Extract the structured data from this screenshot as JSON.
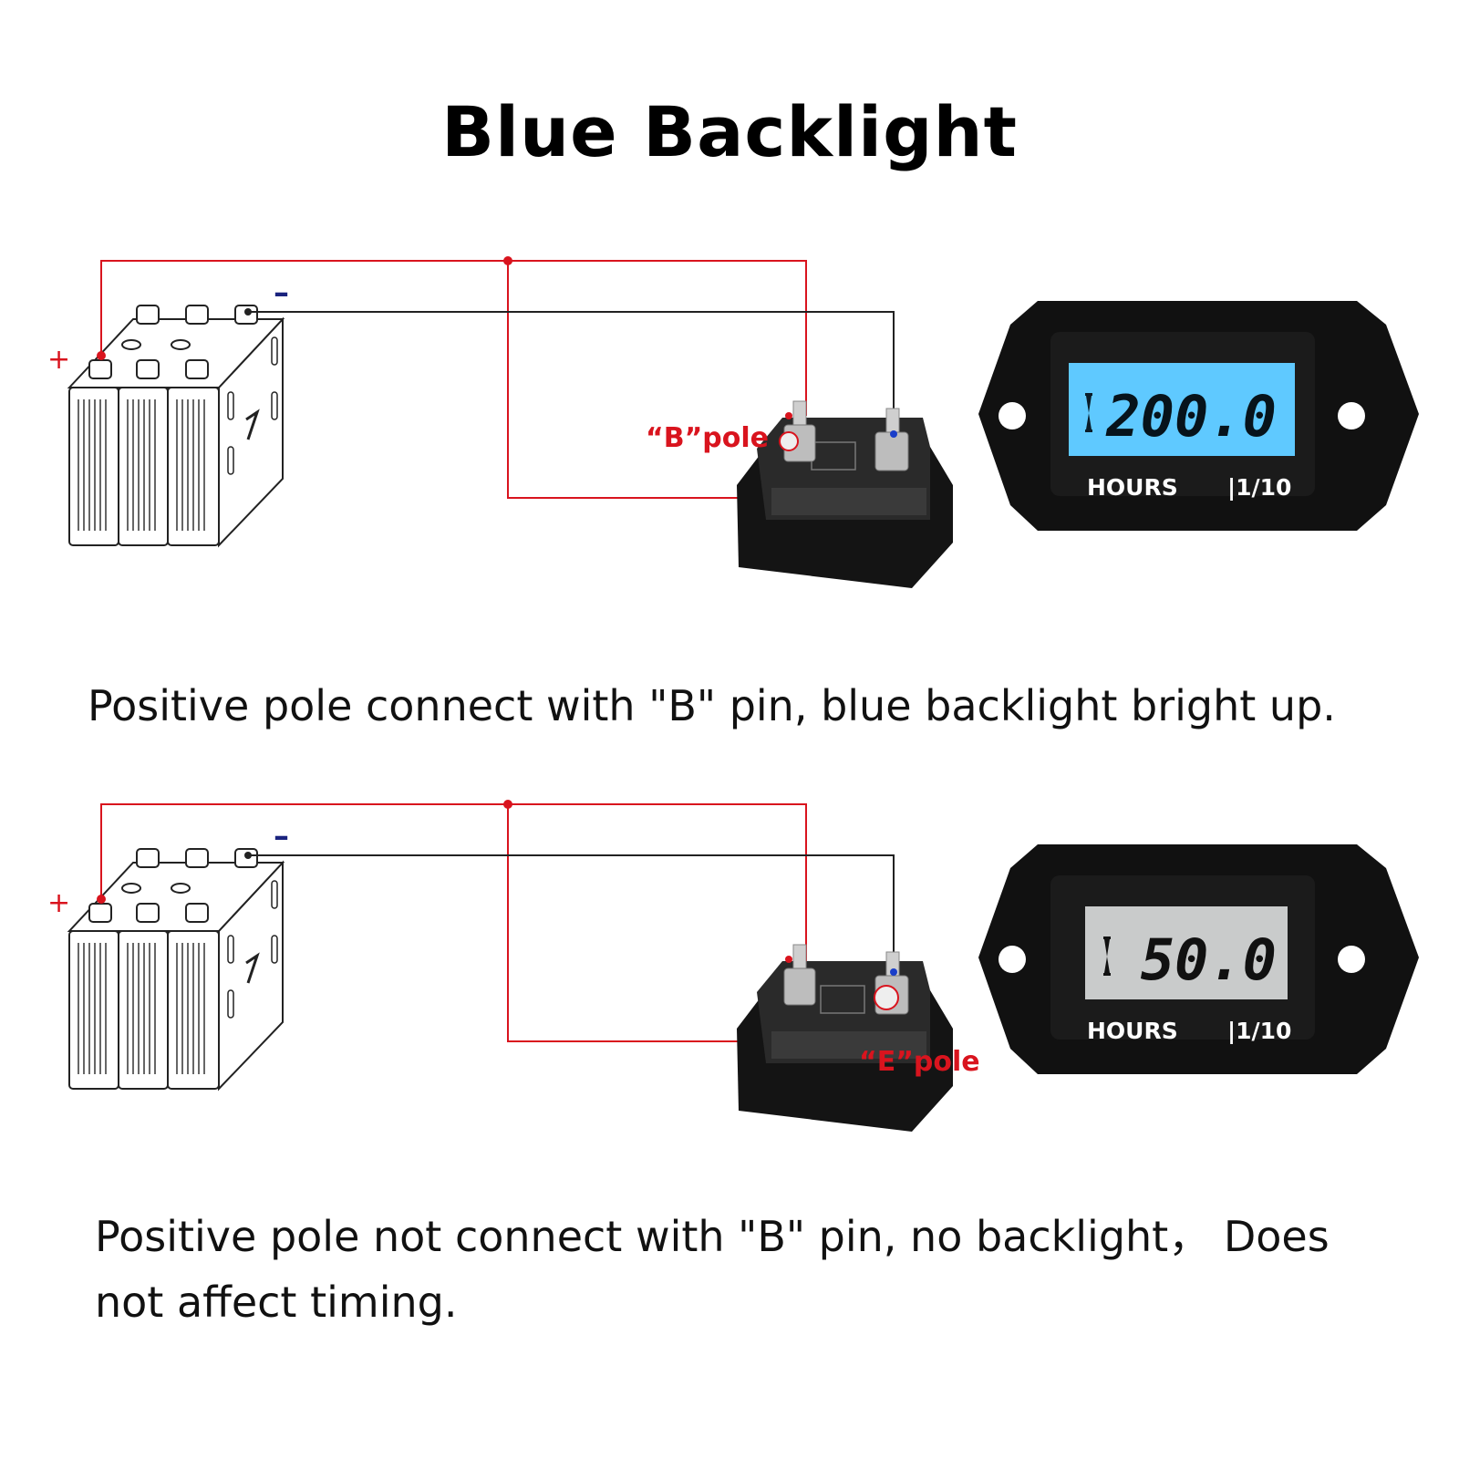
{
  "title": "Blue Backlight",
  "colors": {
    "wire_positive": "#d9141e",
    "wire_negative": "#222222",
    "minus_sign": "#1a237e",
    "pole_label": "#d9141e",
    "lcd_on": "#5fc9ff",
    "lcd_off": "#c9cbcb",
    "meter_body": "#111111"
  },
  "diagrams": [
    {
      "pole_label": "“B”pole",
      "plus_sign": "+",
      "minus_sign": "–",
      "meter": {
        "reading": "200.0",
        "unit_label": "HOURS",
        "scale_label": "|1/10",
        "backlight": "on"
      },
      "caption": "Positive pole connect with \"B\" pin, blue backlight bright up."
    },
    {
      "pole_label": "“E”pole",
      "plus_sign": "+",
      "minus_sign": "–",
      "meter": {
        "reading": "50.0",
        "unit_label": "HOURS",
        "scale_label": "|1/10",
        "backlight": "off"
      },
      "caption": "Positive pole not connect with \"B\" pin, no backlight， Does not affect timing."
    }
  ]
}
